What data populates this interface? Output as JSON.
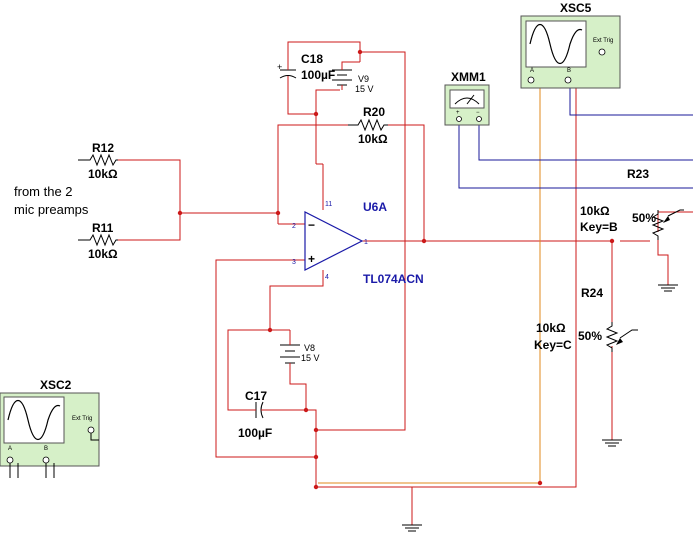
{
  "note": {
    "line1": "from the 2",
    "line2": "mic preamps"
  },
  "opamp": {
    "ref": "U6A",
    "part": "TL074ACN",
    "pin_inv": "2",
    "pin_noninv": "3",
    "pin_out": "1",
    "pin_vpos": "11",
    "pin_vneg": "4",
    "minus_sign": "−",
    "plus_sign": "+"
  },
  "resistors": {
    "r12": {
      "ref": "R12",
      "value": "10kΩ"
    },
    "r11": {
      "ref": "R11",
      "value": "10kΩ"
    },
    "r20": {
      "ref": "R20",
      "value": "10kΩ"
    }
  },
  "capacitors": {
    "c18": {
      "ref": "C18",
      "value": "100µF",
      "polarity": "+"
    },
    "c17": {
      "ref": "C17",
      "value": "100µF"
    }
  },
  "sources": {
    "v9": {
      "ref": "V9",
      "value": "15 V"
    },
    "v8": {
      "ref": "V8",
      "value": "15 V"
    }
  },
  "potentiometers": {
    "r23": {
      "ref": "R23",
      "value": "10kΩ",
      "key": "Key=B",
      "setting": "50%"
    },
    "r24": {
      "ref": "R24",
      "value": "10kΩ",
      "key": "Key=C",
      "setting": "50%"
    }
  },
  "instruments": {
    "xsc5": {
      "ref": "XSC5",
      "trigger": "Ext Trig",
      "ch_a": "A",
      "ch_b": "B"
    },
    "xsc2": {
      "ref": "XSC2",
      "trigger": "Ext Trig",
      "ch_a": "A",
      "ch_b": "B"
    },
    "xmm1": {
      "ref": "XMM1",
      "plus": "+",
      "minus": "−"
    }
  },
  "colors": {
    "wire": "#cc1a1a",
    "probe_a": "#e08a1e",
    "probe_b": "#1a1a99",
    "scope_body": "#d6f0c8",
    "label_blue": "#1a1aa8"
  }
}
